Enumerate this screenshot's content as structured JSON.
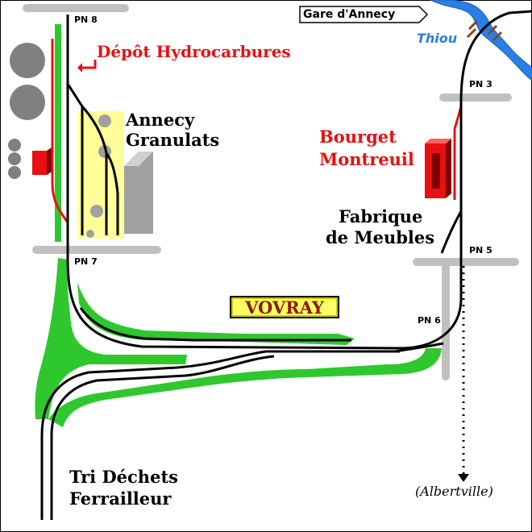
{
  "colors": {
    "track": "#000000",
    "red_line": "#e81010",
    "road": "#c0c0c0",
    "vegetation": "#2ec82e",
    "river": "#2a7fe6",
    "industry_yellow": "#ffff99",
    "highlight_box": "#ffff66",
    "label_title_color": "#8b1a00"
  },
  "station_sign": {
    "label": "Gare d'Annecy",
    "icon": "arrow-left-sign-icon"
  },
  "river": {
    "name": "Thiou",
    "color": "#2a7fe6"
  },
  "level_crossings": {
    "pn8": "PN 8",
    "pn7": "PN 7",
    "pn3": "PN 3",
    "pn5": "PN 5",
    "pn6": "PN 6"
  },
  "sidings": {
    "depot": "Dépôt Hydrocarbures",
    "granulats_1": "Annecy",
    "granulats_2": "Granulats",
    "bourget_1": "Bourget",
    "bourget_2": "Montreuil",
    "meubles_1": "Fabrique",
    "meubles_2": "de Meubles",
    "dechets_1": "Tri Déchets",
    "dechets_2": "Ferrailleur"
  },
  "place_name": "VOVRAY",
  "destination": "(Albertville)"
}
